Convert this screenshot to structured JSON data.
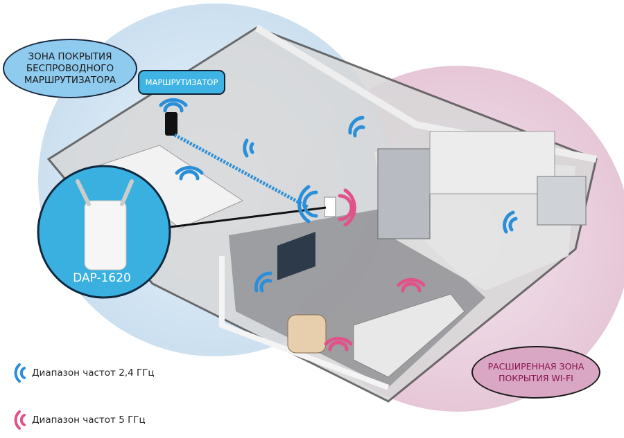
{
  "labels": {
    "router_zone": "ЗОНА ПОКРЫТИЯ БЕСПРОВОДНОГО МАРШРУТИЗАТОРА",
    "router": "МАРШРУТИЗАТОР",
    "extended_zone": "РАСШИРЕННАЯ ЗОНА ПОКРЫТИЯ WI-FI",
    "device_model": "DAP-1620"
  },
  "legend": [
    {
      "label": "Диапазон частот 2,4 ГГц",
      "color": "#2a8fd8",
      "icon": "wifi-arc-icon"
    },
    {
      "label": "Диапазон частот 5 ГГц",
      "color": "#e0528a",
      "icon": "wifi-arc-icon"
    }
  ],
  "colors": {
    "router_zone": "#cfe3f2",
    "extended_zone": "#ecd3e0",
    "band_24": "#2a8fd8",
    "band_5": "#e0528a",
    "device_circle": "#3ab0e0"
  }
}
